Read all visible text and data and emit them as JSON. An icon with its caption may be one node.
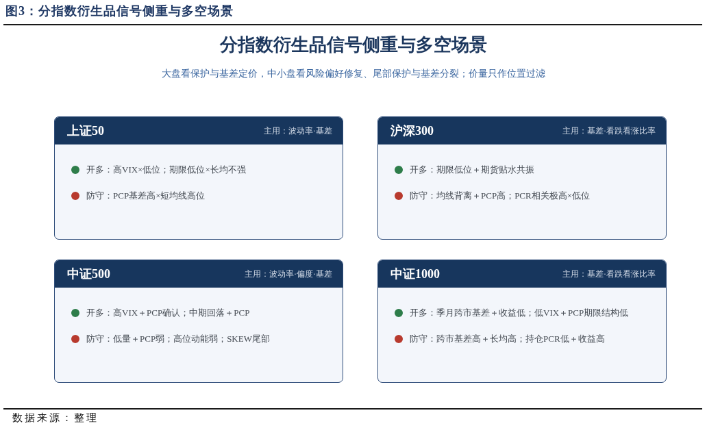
{
  "diagram": {
    "caption": "图3：分指数衍生品信号侧重与多空场景",
    "title": "分指数衍生品信号侧重与多空场景",
    "nodes": [
      {
        "text": [
          "上证50",
          "主用：波动率·基差",
          "开多：高VIX×低位；期限低位×长均不强",
          "防守：PCP基差高×短均线高位"
        ]
      },
      {
        "text": [
          "沪深300",
          "主用：基差·看跌看涨比率",
          "开多：期限低位＋期货贴水共振",
          "防守：均线背离＋PCP高；PCR相关极高×低位"
        ]
      },
      {
        "text": [
          "中证500",
          "主用：波动率·偏度·基差",
          "开多：高VIX＋PCP确认；中期回落＋PCP",
          "防守：低量＋PCP弱；高位动能弱；SKEW尾部"
        ]
      },
      {
        "text": [
          "中证1000",
          "主用：基差·看跌看涨比率",
          "开多：季月跨市基差＋收益低；低VIX＋PCP期限结构低",
          "防守：跨市基差高＋长均高；持仓PCR低＋收益高"
        ]
      }
    ],
    "labels": [
      "大盘看保护与基差定价，中小盘看风险偏好修复、尾部保护与基差分裂；价量只作位置过滤",
      "数据来源：整理"
    ]
  }
}
